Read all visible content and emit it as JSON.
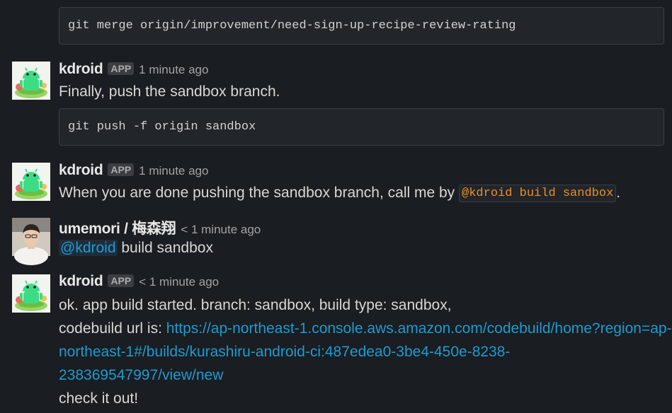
{
  "messages": [
    {
      "code": "git merge origin/improvement/need-sign-up-recipe-review-rating"
    },
    {
      "user": "kdroid",
      "badge": "APP",
      "time": "1 minute ago",
      "text": "Finally, push the sandbox branch.",
      "code": "git push -f origin sandbox"
    },
    {
      "user": "kdroid",
      "badge": "APP",
      "time": "1 minute ago",
      "text_before": "When you are done pushing the sandbox branch, call me by ",
      "inline_code": "@kdroid build sandbox",
      "text_after": "."
    },
    {
      "user": "umemori / 梅森翔",
      "time": "< 1 minute ago",
      "mention": "@kdroid",
      "text_after": " build sandbox"
    },
    {
      "user": "kdroid",
      "badge": "APP",
      "time": "< 1 minute ago",
      "line1": "ok. app build started. branch: sandbox, build type: sandbox,",
      "line2_label": "codebuild url is: ",
      "link_line1": "https://ap-northeast-1.console.aws.amazon.com/codebuild/home?region=ap-",
      "link_line2": "northeast-1#/builds/kurashiru-android-ci:487edea0-3be4-450e-8238-",
      "link_line3": "238369547997/view/new",
      "line_last": "check it out!"
    }
  ],
  "colors": {
    "background": "#1a1d21",
    "link": "#1d9bd1",
    "inline_code": "#e8912d"
  }
}
